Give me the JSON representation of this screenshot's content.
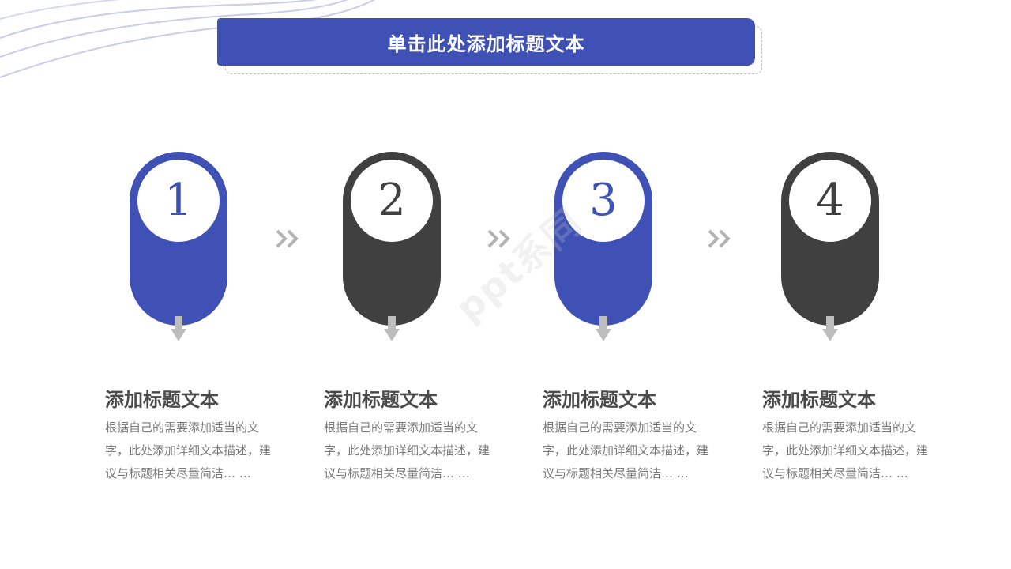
{
  "header": {
    "title": "单击此处添加标题文本"
  },
  "colors": {
    "accent": "#3f51b5",
    "dark": "#404040",
    "arrow": "#bdbdbd"
  },
  "steps": [
    {
      "number": "1",
      "title": "添加标题文本",
      "desc": "根据自己的需要添加适当的文字，此处添加详细文本描述，建议与标题相关尽量简洁… …",
      "color": "accent"
    },
    {
      "number": "2",
      "title": "添加标题文本",
      "desc": "根据自己的需要添加适当的文字，此处添加详细文本描述，建议与标题相关尽量简洁… …",
      "color": "dark"
    },
    {
      "number": "3",
      "title": "添加标题文本",
      "desc": "根据自己的需要添加适当的文字，此处添加详细文本描述，建议与标题相关尽量简洁… …",
      "color": "accent"
    },
    {
      "number": "4",
      "title": "添加标题文本",
      "desc": "根据自己的需要添加适当的文字，此处添加详细文本描述，建议与标题相关尽量简洁… …",
      "color": "dark"
    }
  ],
  "watermark": {
    "text": "ppt系同"
  }
}
